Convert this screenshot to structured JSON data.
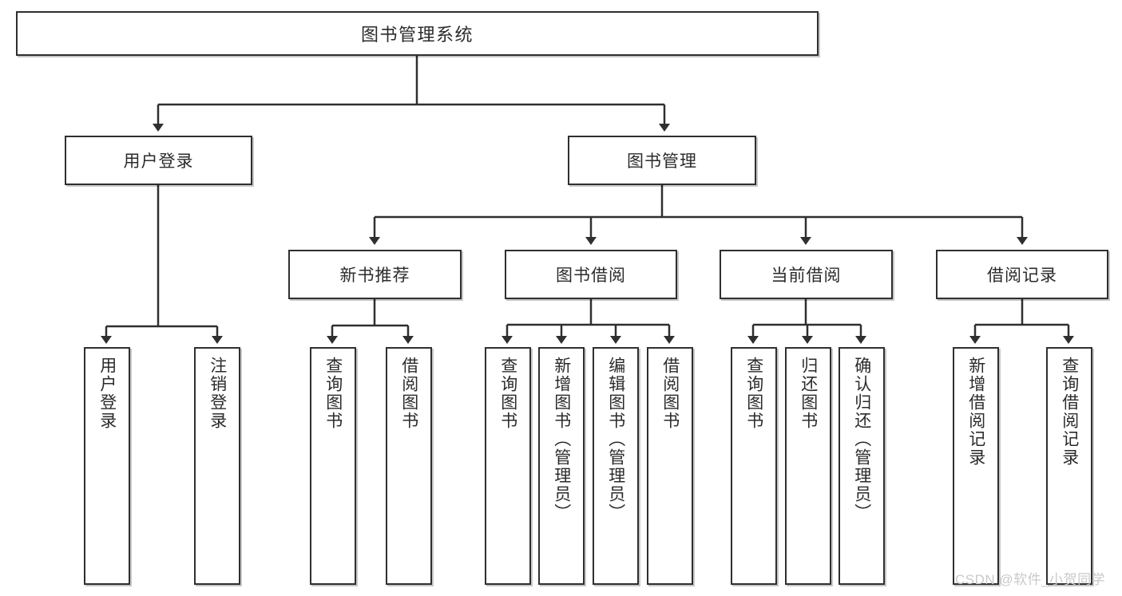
{
  "diagram": {
    "title": "图书管理系统",
    "type": "tree",
    "watermark": "CSDN @软件_小贺同学",
    "colors": {
      "border": "#2f2f2f",
      "text": "#2b2b2b",
      "background": "#ffffff",
      "watermark": "#c9c9c9"
    }
  },
  "nodes": {
    "root": {
      "label": "图书管理系统"
    },
    "level2": [
      {
        "label": "用户登录"
      },
      {
        "label": "图书管理"
      }
    ],
    "level3": [
      {
        "label": "新书推荐"
      },
      {
        "label": "图书借阅"
      },
      {
        "label": "当前借阅"
      },
      {
        "label": "借阅记录"
      }
    ],
    "leaves": {
      "user_login": [
        {
          "label": "用户登录"
        },
        {
          "label": "注销登录"
        }
      ],
      "new_book": [
        {
          "label": "查询图书"
        },
        {
          "label": "借阅图书"
        }
      ],
      "borrow": [
        {
          "label": "查询图书"
        },
        {
          "label": "新增图书（管理员）"
        },
        {
          "label": "编辑图书（管理员）"
        },
        {
          "label": "借阅图书"
        }
      ],
      "current": [
        {
          "label": "查询图书"
        },
        {
          "label": "归还图书"
        },
        {
          "label": "确认归还（管理员）"
        }
      ],
      "records": [
        {
          "label": "新增借阅记录"
        },
        {
          "label": "查询借阅记录"
        }
      ]
    }
  }
}
